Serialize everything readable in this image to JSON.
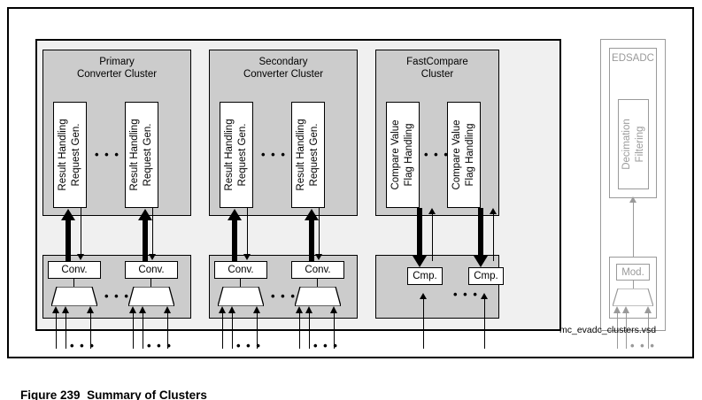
{
  "figure": {
    "caption_number": "Figure 239",
    "caption_title": "Summary of Clusters",
    "source_filename": "mc_evadc_clusters.vsd"
  },
  "colors": {
    "panel_background": "#f0f0f0",
    "cluster_background": "#cccccc",
    "box_background": "#ffffff",
    "stroke": "#000000",
    "disabled_stroke": "#9a9a9a",
    "page_background": "#ffffff"
  },
  "clusters": [
    {
      "id": "primary-converter-cluster",
      "title": "Primary\nConverter Cluster",
      "unit_label": "Result Handling\nRequest Gen.",
      "unit_count_shown": 2,
      "ellipsis": "• • •",
      "bottom_label": "Conv.",
      "has_mux": true,
      "mux_inputs": 3,
      "thick_arrow_direction": "up",
      "thin_arrow_direction": "down"
    },
    {
      "id": "secondary-converter-cluster",
      "title": "Secondary\nConverter Cluster",
      "unit_label": "Result Handling\nRequest Gen.",
      "unit_count_shown": 2,
      "ellipsis": "• • •",
      "bottom_label": "Conv.",
      "has_mux": true,
      "mux_inputs": 3,
      "thick_arrow_direction": "up",
      "thin_arrow_direction": "down"
    },
    {
      "id": "fastcompare-cluster",
      "title": "FastCompare\nCluster",
      "unit_label": "Compare Value\nFlag Handling",
      "unit_count_shown": 2,
      "ellipsis": "• • •",
      "bottom_label": "Cmp.",
      "has_mux": false,
      "mux_inputs": 0,
      "thick_arrow_direction": "down",
      "thin_arrow_direction": "up"
    }
  ],
  "edsadc": {
    "title": "EDSADC",
    "filter_label": "Decimation\nFiltering",
    "modulator_label": "Mod.",
    "ellipsis": "• • •",
    "mux_inputs": 3
  },
  "ellipsis_glyph": "• • •"
}
